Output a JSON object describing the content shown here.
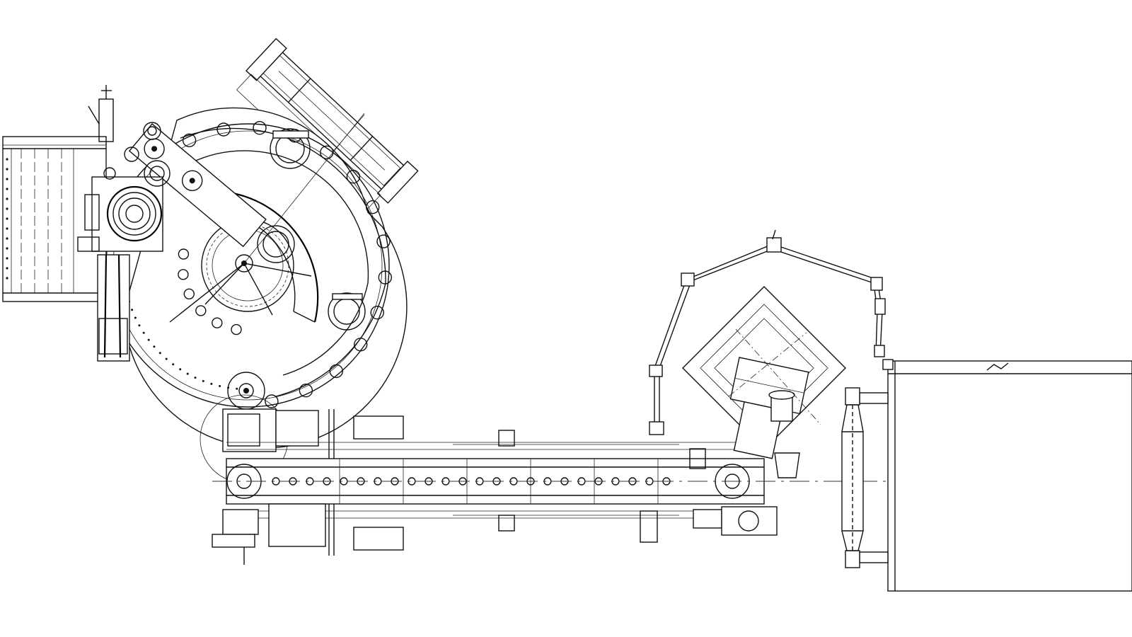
{
  "drawing": {
    "type": "mechanical-layout-line-drawing",
    "line_color": "#111111",
    "background": "#ffffff",
    "components": [
      "infeed-frame",
      "rotary-wheel-machine",
      "spoke-frame",
      "arm-cylinder-assembly",
      "conveyor-line",
      "inclined-chute",
      "articulated-arm",
      "drum-unit"
    ]
  }
}
